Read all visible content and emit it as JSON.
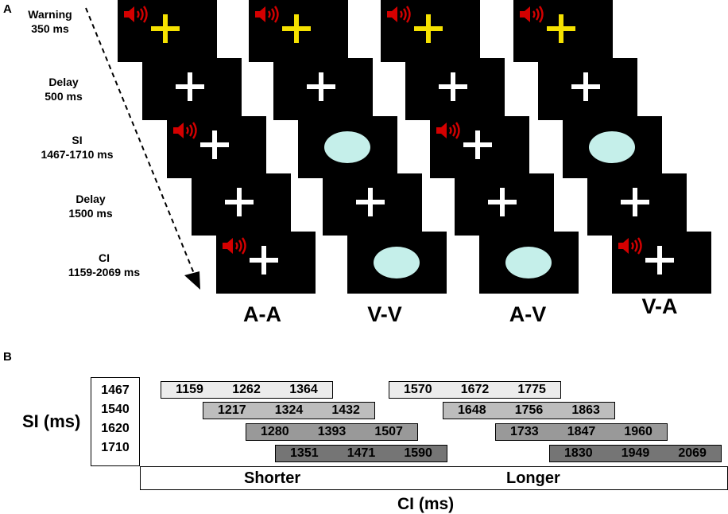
{
  "panel_a_label": "A",
  "panel_b_label": "B",
  "steps": [
    {
      "name": "Warning",
      "duration": "350 ms"
    },
    {
      "name": "Delay",
      "duration": "500 ms"
    },
    {
      "name": "SI",
      "duration": "1467-1710 ms"
    },
    {
      "name": "Delay",
      "duration": "1500 ms"
    },
    {
      "name": "CI",
      "duration": "1159-2069 ms"
    }
  ],
  "conditions": [
    "A-A",
    "V-V",
    "A-V",
    "V-A"
  ],
  "condition_stimuli": [
    [
      "sound-cross-yellow",
      "cross-white",
      "sound-cross",
      "cross-white",
      "sound-cross"
    ],
    [
      "sound-cross-yellow",
      "cross-white",
      "oval",
      "cross-white",
      "oval"
    ],
    [
      "sound-cross-yellow",
      "cross-white",
      "sound-cross",
      "cross-white",
      "oval"
    ],
    [
      "sound-cross-yellow",
      "cross-white",
      "oval",
      "cross-white",
      "sound-cross"
    ]
  ],
  "colors": {
    "warning_cross": "#f5e100",
    "cross": "#ffffff",
    "speaker": "#d40000",
    "oval": "#c5efea",
    "frame": "#000000",
    "bar_shades": [
      "#ececec",
      "#bdbdbd",
      "#999999",
      "#757575"
    ]
  },
  "si_axis_label": "SI (ms)",
  "ci_axis_label": "CI (ms)",
  "shorter_label": "Shorter",
  "longer_label": "Longer",
  "si_values": [
    "1467",
    "1540",
    "1620",
    "1710"
  ],
  "shorter_ci": [
    [
      "1159",
      "1262",
      "1364"
    ],
    [
      "1217",
      "1324",
      "1432"
    ],
    [
      "1280",
      "1393",
      "1507"
    ],
    [
      "1351",
      "1471",
      "1590"
    ]
  ],
  "longer_ci": [
    [
      "1570",
      "1672",
      "1775"
    ],
    [
      "1648",
      "1756",
      "1863"
    ],
    [
      "1733",
      "1847",
      "1960"
    ],
    [
      "1830",
      "1949",
      "2069"
    ]
  ]
}
